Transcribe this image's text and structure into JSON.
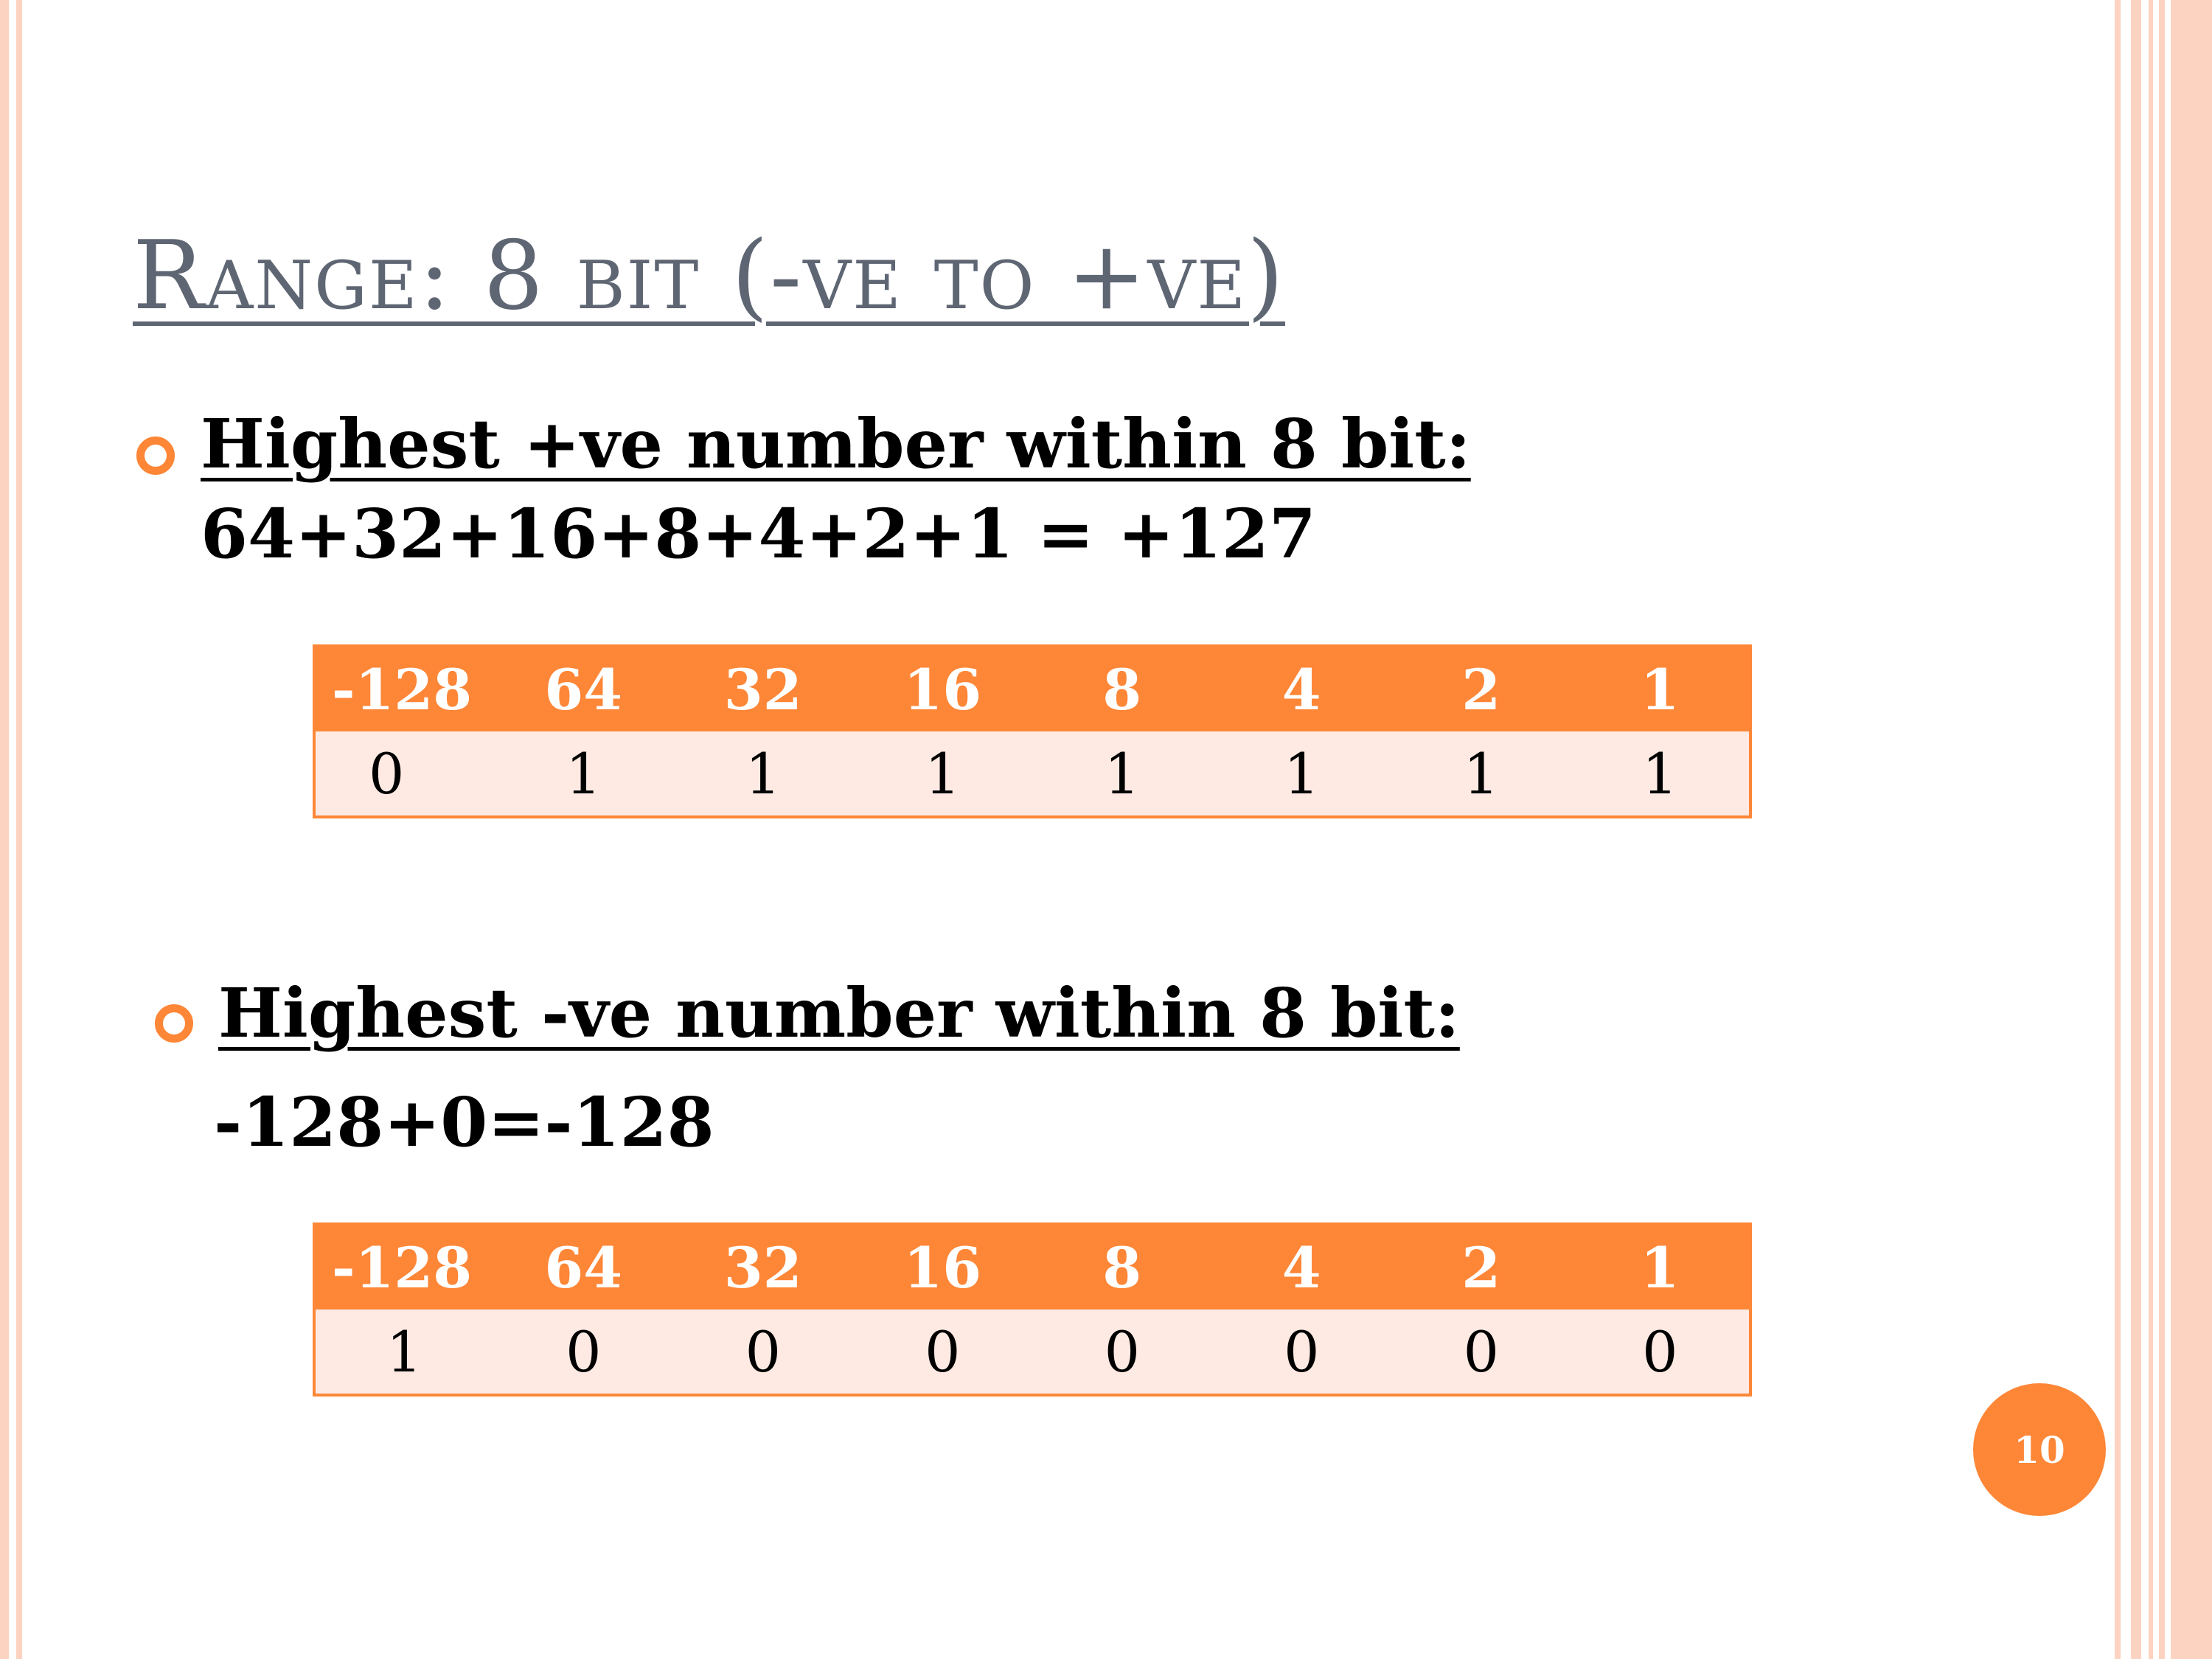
{
  "slide": {
    "title": "Range: 8 bit (-ve to +ve)",
    "page_number": "10",
    "colors": {
      "accent": "#fd8637",
      "title": "#5f6673",
      "row_fill": "#feeae3",
      "border": "#fcd3c1"
    }
  },
  "bullets": [
    {
      "icon": "ring-bullet-icon",
      "heading": "Highest +ve number within 8 bit:",
      "expression": "64+32+16+8+4+2+1 = +127",
      "table": {
        "headers": [
          "-128",
          "64",
          "32",
          "16",
          "8",
          "4",
          "2",
          "1"
        ],
        "values": [
          "0",
          "1",
          "1",
          "1",
          "1",
          "1",
          "1",
          "1"
        ]
      }
    },
    {
      "icon": "ring-bullet-icon",
      "heading": "Highest -ve number within 8 bit:",
      "expression": "-128+0=-128",
      "table": {
        "headers": [
          "-128",
          "64",
          "32",
          "16",
          "8",
          "4",
          "2",
          "1"
        ],
        "values": [
          "1",
          "0",
          "0",
          "0",
          "0",
          "0",
          "0",
          "0"
        ]
      }
    }
  ]
}
